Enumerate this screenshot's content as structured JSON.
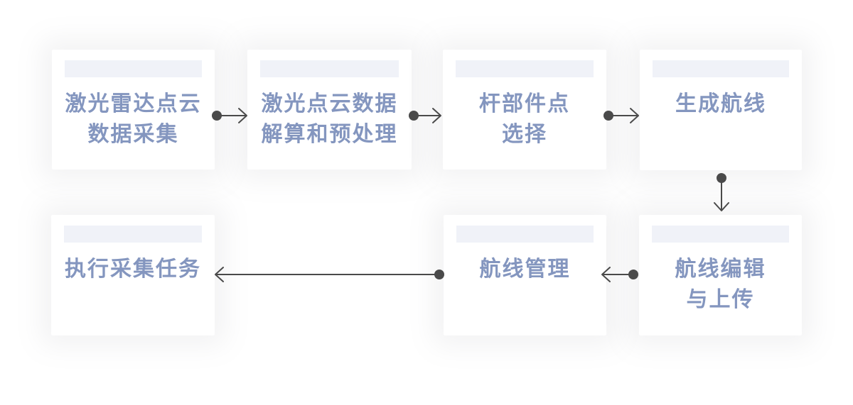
{
  "diagram": {
    "type": "flowchart",
    "title": "",
    "nodes": [
      {
        "id": "lidar-point-cloud-collection",
        "label": "激光雷达点云\n数据采集"
      },
      {
        "id": "point-cloud-solve-preprocess",
        "label": "激光点云数据\n解算和预处理"
      },
      {
        "id": "pole-component-point-selection",
        "label": "杆部件点\n选择"
      },
      {
        "id": "generate-route",
        "label": "生成航线"
      },
      {
        "id": "execute-collection-task",
        "label": "执行采集任务"
      },
      {
        "id": "route-management",
        "label": "航线管理"
      },
      {
        "id": "route-edit-and-upload",
        "label": "航线编辑\n与上传"
      }
    ],
    "edges": [
      {
        "from": "激光雷达点云数据采集",
        "to": "激光点云数据解算和预处理",
        "direction": "right"
      },
      {
        "from": "激光点云数据解算和预处理",
        "to": "杆部件点选择",
        "direction": "right"
      },
      {
        "from": "杆部件点选择",
        "to": "生成航线",
        "direction": "right"
      },
      {
        "from": "生成航线",
        "to": "航线编辑与上传",
        "direction": "down"
      },
      {
        "from": "航线编辑与上传",
        "to": "航线管理",
        "direction": "left"
      },
      {
        "from": "航线管理",
        "to": "执行采集任务",
        "direction": "left"
      }
    ],
    "colors": {
      "background": "#ffffff",
      "card_background": "#ffffff",
      "node_header_bar": "#f0f2f8",
      "node_text": "#8496bf",
      "arrow": "#4a4a4a"
    }
  }
}
